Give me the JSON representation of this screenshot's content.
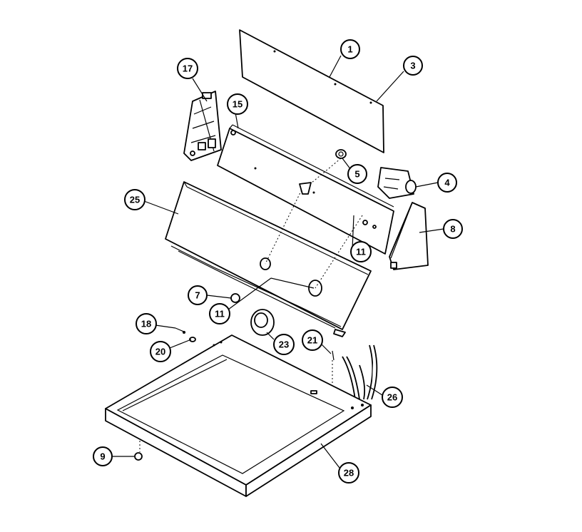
{
  "diagram": {
    "callouts": [
      {
        "id": "c1",
        "label": "1"
      },
      {
        "id": "c3",
        "label": "3"
      },
      {
        "id": "c17",
        "label": "17"
      },
      {
        "id": "c15",
        "label": "15"
      },
      {
        "id": "c5",
        "label": "5"
      },
      {
        "id": "c4",
        "label": "4"
      },
      {
        "id": "c25",
        "label": "25"
      },
      {
        "id": "c8",
        "label": "8"
      },
      {
        "id": "c11a",
        "label": "11"
      },
      {
        "id": "c7",
        "label": "7"
      },
      {
        "id": "c11b",
        "label": "11"
      },
      {
        "id": "c23",
        "label": "23"
      },
      {
        "id": "c18",
        "label": "18"
      },
      {
        "id": "c20",
        "label": "20"
      },
      {
        "id": "c21",
        "label": "21"
      },
      {
        "id": "c26",
        "label": "26"
      },
      {
        "id": "c9",
        "label": "9"
      },
      {
        "id": "c28",
        "label": "28"
      }
    ]
  }
}
